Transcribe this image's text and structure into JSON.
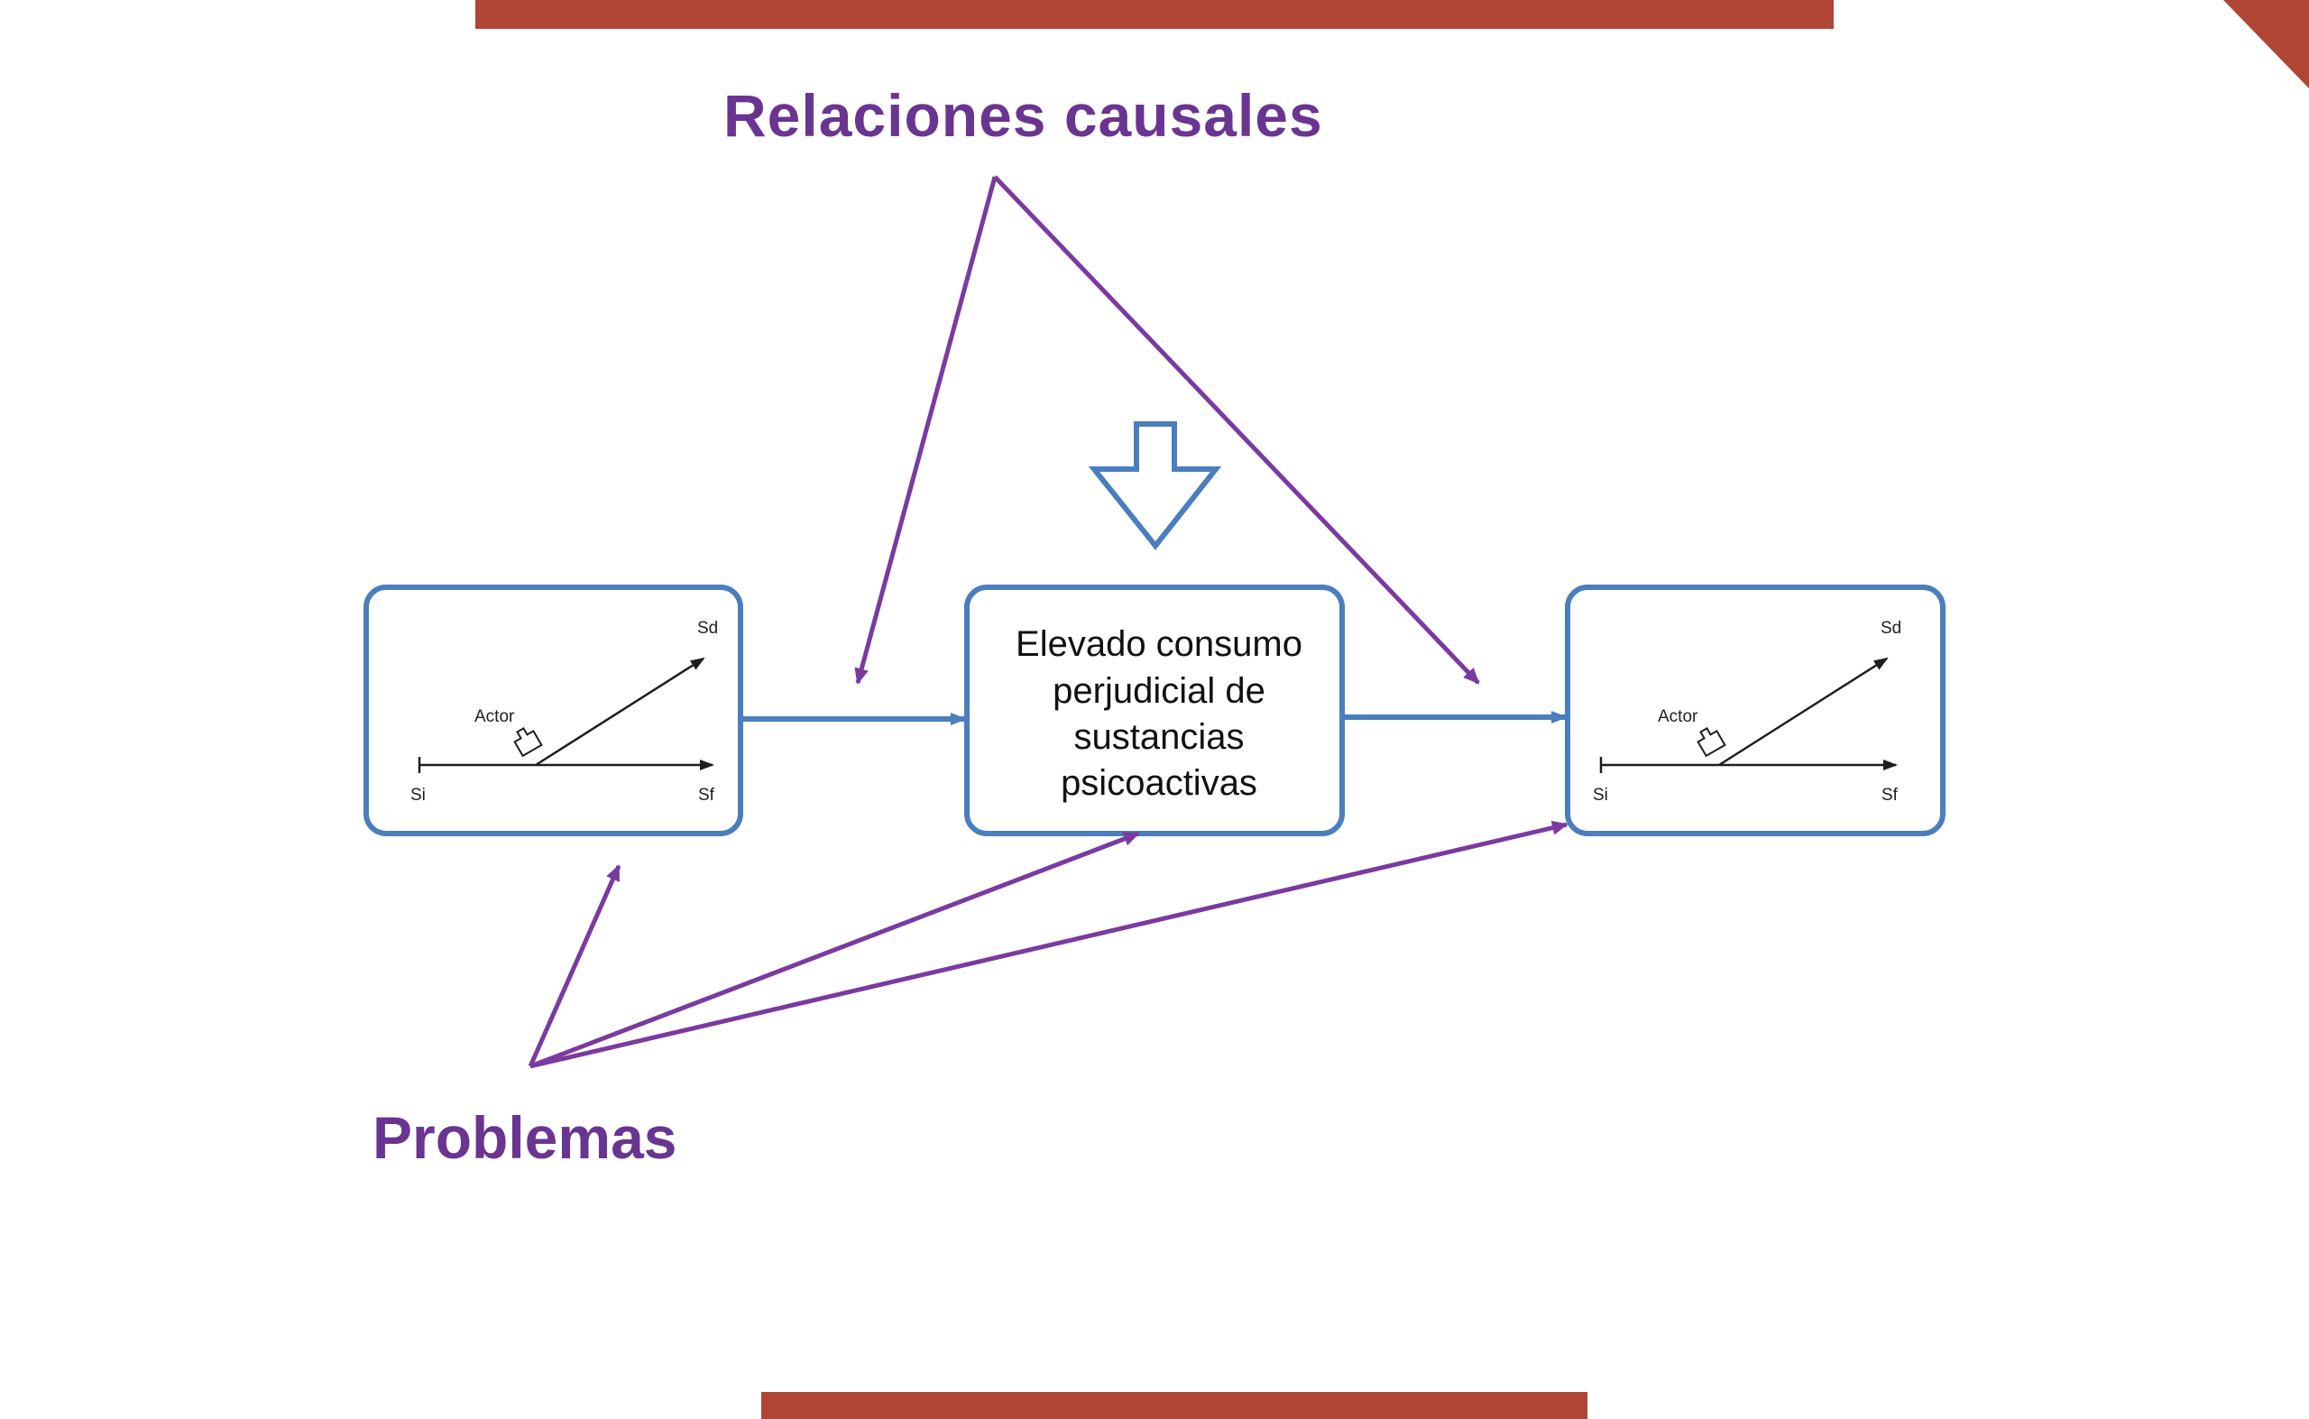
{
  "labels": {
    "causal_relations": "Relaciones causales",
    "problems": "Problemas"
  },
  "central_box": {
    "lines": [
      "Elevado consumo",
      "perjudicial de",
      "sustancias",
      "psicoactivas"
    ]
  },
  "situation_diagram": {
    "start_label": "Si",
    "final_label": "Sf",
    "desired_label": "Sd",
    "actor_label": "Actor"
  },
  "colors": {
    "decor_red": "#b04533",
    "box_blue": "#4a7ebd",
    "purple": "#6a3591",
    "annotation_purple": "#7a3aa0",
    "dark_arrow": "#2a2a2a"
  },
  "icons": {
    "down_arrow": "hollow-down-arrow-icon",
    "actor": "hand-pointer-icon"
  }
}
